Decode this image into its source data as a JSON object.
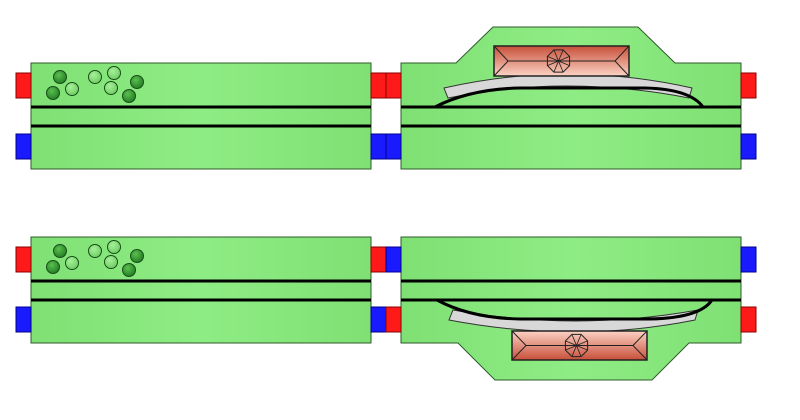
{
  "colors": {
    "baseboard": "#86e67c",
    "baseboard_stroke": "#2f5a2a",
    "track": "#000000",
    "connector_red": "#ff1a1a",
    "connector_blue": "#1a1aff",
    "platform": "#d8d8d8",
    "station_light": "#f8c8b8",
    "station_dark": "#c8503a",
    "tree_dark": "#2e8a2e",
    "tree_light": "#7ccf6c"
  },
  "modules": [
    {
      "name": "module-top-plain"
    },
    {
      "name": "module-top-station"
    },
    {
      "name": "module-bottom-plain"
    },
    {
      "name": "module-bottom-station"
    }
  ]
}
